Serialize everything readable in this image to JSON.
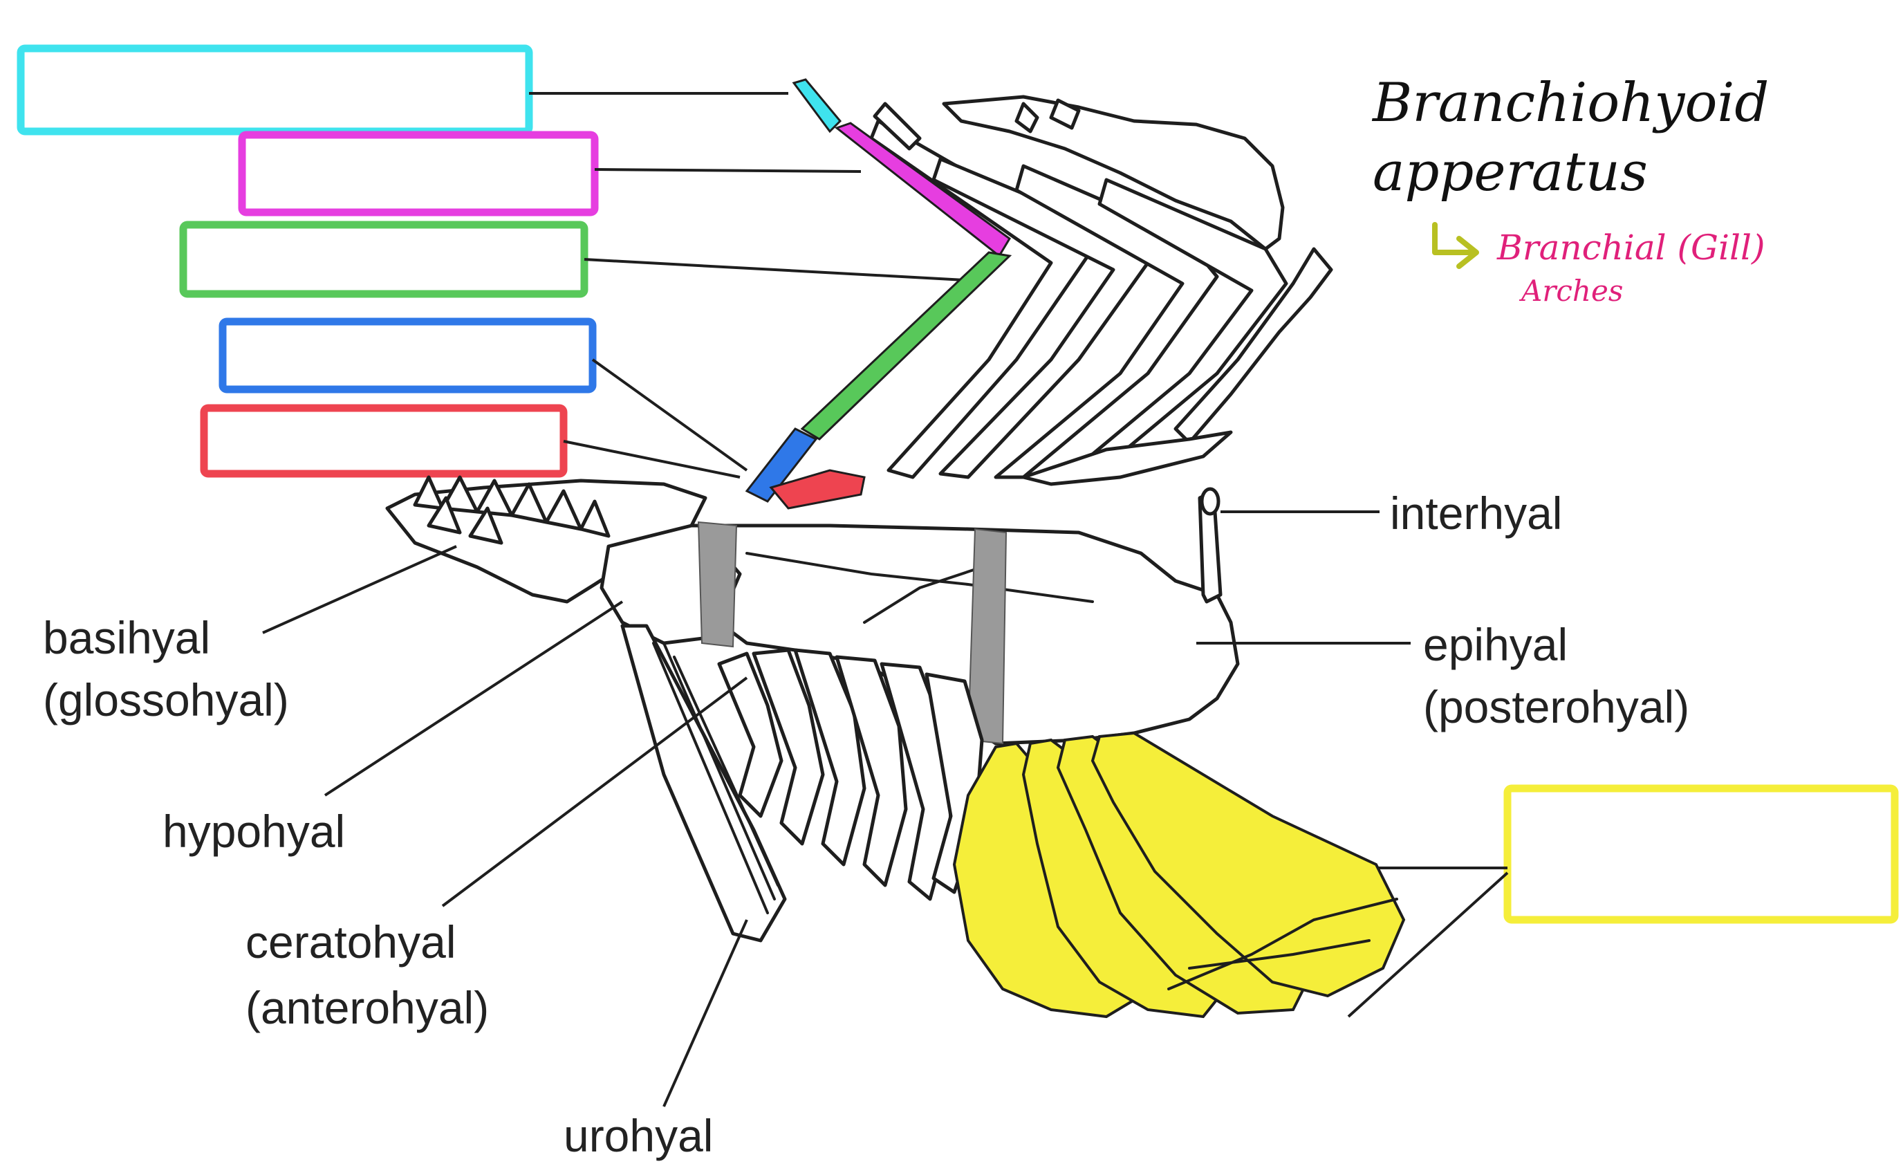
{
  "colors": {
    "pharyngobranchial": "#3fe3ee",
    "epibranchial": "#e63ee0",
    "ceratobranchial": "#58c85a",
    "hypobranchial": "#2f78e8",
    "basibranchial": "#ee4450",
    "branchiostegal": "#f5ee3a",
    "gill_arch_note": "#e0207a",
    "arrow": "#b8c022",
    "cartilage_band": "#9a9a9a"
  },
  "labels": {
    "interhyal": "interhyal",
    "epihyal": "epihyal",
    "epihyal_alt": "(posterohyal)",
    "basihyal": "basihyal",
    "basihyal_alt": "(glossohyal)",
    "hypohyal": "hypohyal",
    "ceratohyal": "ceratohyal",
    "ceratohyal_alt": "(anterohyal)",
    "urohyal": "urohyal"
  },
  "annotation": {
    "title_line1": "Branchiohyoid",
    "title_line2": "apperatus",
    "sub_line1": "Branchial (Gill)",
    "sub_line2": "Arches"
  },
  "blank_boxes": [
    {
      "name": "pharyngobranchial-box",
      "color_key": "pharyngobranchial"
    },
    {
      "name": "epibranchial-box",
      "color_key": "epibranchial"
    },
    {
      "name": "ceratobranchial-box",
      "color_key": "ceratobranchial"
    },
    {
      "name": "hypobranchial-box",
      "color_key": "hypobranchial"
    },
    {
      "name": "basibranchial-box",
      "color_key": "basibranchial"
    },
    {
      "name": "branchiostegal-rays-box",
      "color_key": "branchiostegal"
    }
  ]
}
